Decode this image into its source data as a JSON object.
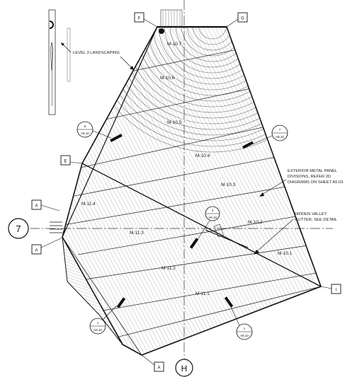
{
  "notes": {
    "landscaping": "LEVEL 3 LANDSCAPING",
    "metal_panel": [
      "EXTERIOR METAL PANEL",
      "DIVISIONS, REFER 2D",
      "DIAGRAMS ON SHEET A5.03"
    ],
    "gutter": [
      "HIDDEN VALLEY",
      "GUTTER; SEE DETAIL"
    ]
  },
  "grid": {
    "row_7": "7",
    "col_h": "H"
  },
  "point_tags": [
    "F",
    "G",
    "E",
    "A",
    "A",
    "I",
    "A"
  ],
  "panels": [
    "M-10.7",
    "M-10.6",
    "M-10.5",
    "M-10.4",
    "M-10.3",
    "M-10.2",
    "M-10.1",
    "M-11.4",
    "M-11.3",
    "M-11.2",
    "M-11.1"
  ],
  "detail_callouts": [
    {
      "num": "6",
      "sheet": "A8.10"
    },
    {
      "num": "7",
      "sheet": "A8.10"
    },
    {
      "num": "3",
      "sheet": "A8.10"
    },
    {
      "num": "1",
      "sheet": "A8.10"
    },
    {
      "num": "1",
      "sheet": "A8.10"
    }
  ]
}
